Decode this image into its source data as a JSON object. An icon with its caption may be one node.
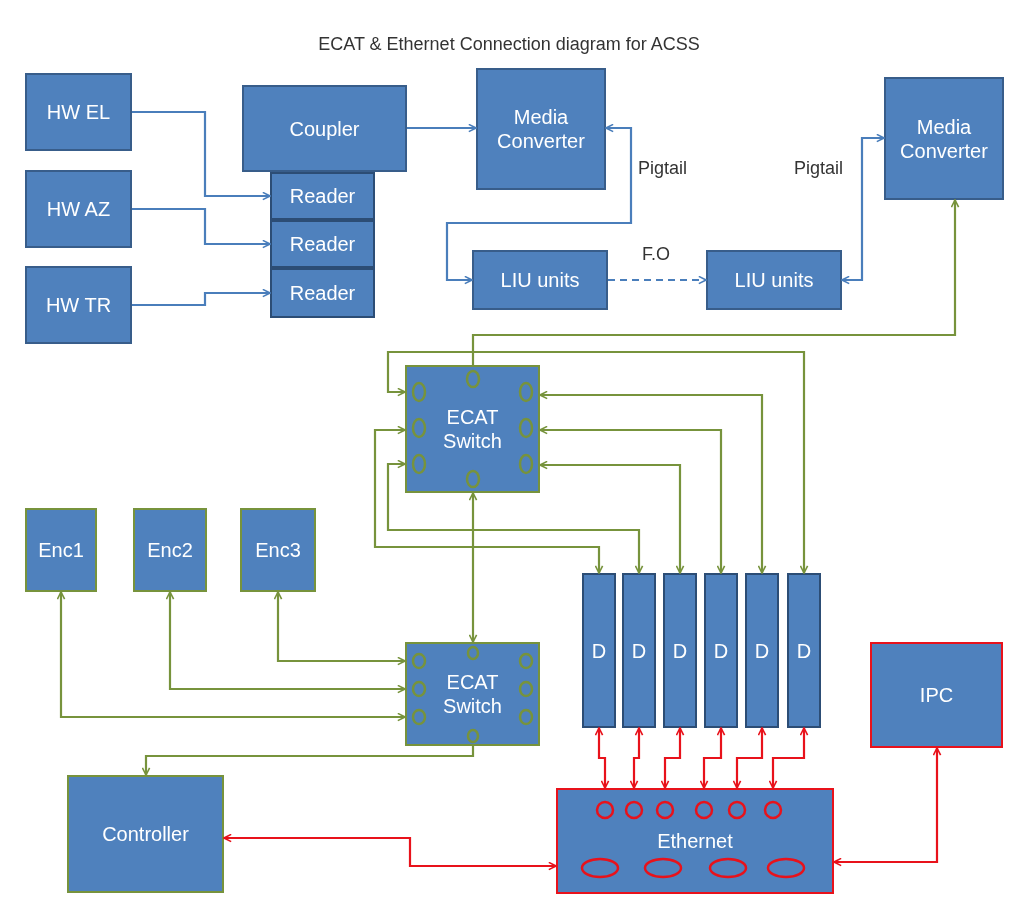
{
  "diagram": {
    "title": "ECAT & Ethernet Connection diagram for ACSS",
    "nodes": [
      {
        "text": [
          "HW EL"
        ]
      },
      {
        "text": [
          "HW AZ"
        ]
      },
      {
        "text": [
          "HW TR"
        ]
      },
      {
        "text": [
          "Coupler"
        ]
      },
      {
        "text": [
          "Reader"
        ]
      },
      {
        "text": [
          "Reader"
        ]
      },
      {
        "text": [
          "Reader"
        ]
      },
      {
        "text": [
          "Media Converter"
        ]
      },
      {
        "text": [
          "Media Converter"
        ]
      },
      {
        "text": [
          "LIU units"
        ]
      },
      {
        "text": [
          "LIU units"
        ]
      },
      {
        "text": [
          "ECAT Switch"
        ]
      },
      {
        "text": [
          "Enc1"
        ]
      },
      {
        "text": [
          "Enc2"
        ]
      },
      {
        "text": [
          "Enc3"
        ]
      },
      {
        "text": [
          "ECAT Switch"
        ]
      },
      {
        "text": [
          "D"
        ]
      },
      {
        "text": [
          "D"
        ]
      },
      {
        "text": [
          "D"
        ]
      },
      {
        "text": [
          "D"
        ]
      },
      {
        "text": [
          "D"
        ]
      },
      {
        "text": [
          "D"
        ]
      },
      {
        "text": [
          "IPC"
        ]
      },
      {
        "text": [
          "Controller"
        ]
      },
      {
        "text": [
          "Ethernet"
        ]
      }
    ],
    "edges": [
      {
        "from": 0,
        "to": 4,
        "arrow": "to",
        "color": "#4a7ebb"
      },
      {
        "from": 1,
        "to": 5,
        "arrow": "to",
        "color": "#4a7ebb"
      },
      {
        "from": 2,
        "to": 6,
        "arrow": "to",
        "color": "#4a7ebb"
      },
      {
        "from": 3,
        "to": 7,
        "arrow": "to",
        "color": "#4a7ebb"
      },
      {
        "from": 7,
        "to": 9,
        "arrow": "both",
        "label": "Pigtail",
        "color": "#4a7ebb"
      },
      {
        "from": 9,
        "to": 10,
        "arrow": "to",
        "label": "F.O",
        "style": "dashed",
        "color": "#4a7ebb"
      },
      {
        "from": 10,
        "to": 8,
        "arrow": "both",
        "label": "Pigtail",
        "color": "#4a7ebb"
      },
      {
        "from": 11,
        "to": 8,
        "arrow": "to"
      },
      {
        "from": 11,
        "to": 21,
        "arrow": "both"
      },
      {
        "from": 11,
        "to": 20,
        "arrow": "both"
      },
      {
        "from": 11,
        "to": 19,
        "arrow": "both"
      },
      {
        "from": 11,
        "to": 18,
        "arrow": "both"
      },
      {
        "from": 11,
        "to": 16,
        "arrow": "both"
      },
      {
        "from": 11,
        "to": 17,
        "arrow": "both"
      },
      {
        "from": 15,
        "to": 11,
        "arrow": "both"
      },
      {
        "from": 15,
        "to": 14,
        "arrow": "both"
      },
      {
        "from": 15,
        "to": 13,
        "arrow": "both"
      },
      {
        "from": 15,
        "to": 12,
        "arrow": "both"
      },
      {
        "from": 15,
        "to": 23,
        "arrow": "to"
      },
      {
        "from": 24,
        "to": 16,
        "arrow": "both",
        "color": "#e8121b"
      },
      {
        "from": 24,
        "to": 17,
        "arrow": "both",
        "color": "#e8121b"
      },
      {
        "from": 24,
        "to": 18,
        "arrow": "both",
        "color": "#e8121b"
      },
      {
        "from": 24,
        "to": 19,
        "arrow": "both",
        "color": "#e8121b"
      },
      {
        "from": 24,
        "to": 20,
        "arrow": "both",
        "color": "#e8121b"
      },
      {
        "from": 24,
        "to": 21,
        "arrow": "both",
        "color": "#e8121b"
      },
      {
        "from": 24,
        "to": 23,
        "arrow": "both",
        "color": "#e8121b"
      },
      {
        "from": 24,
        "to": 22,
        "arrow": "both",
        "color": "#e8121b"
      }
    ]
  }
}
